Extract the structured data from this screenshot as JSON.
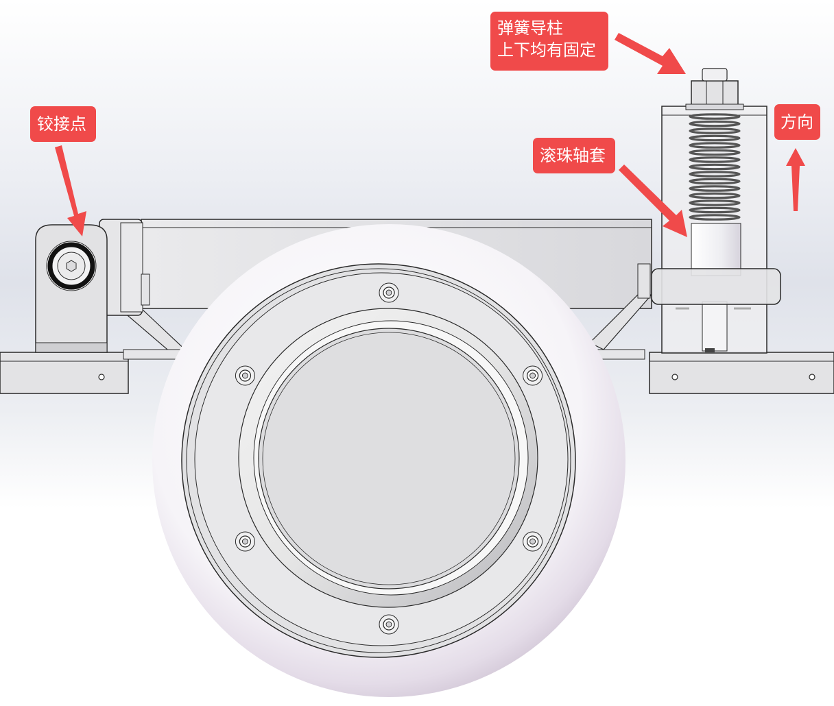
{
  "annotations": {
    "spring_guide": {
      "line1": "弹簧导柱",
      "line2": "上下均有固定"
    },
    "hinge_point": "铰接点",
    "ball_bushing": "滚珠轴套",
    "direction": "方向"
  },
  "colors": {
    "callout": "#f04a4a",
    "metal": "#e4e4e6",
    "outline": "#2a2a2a"
  }
}
